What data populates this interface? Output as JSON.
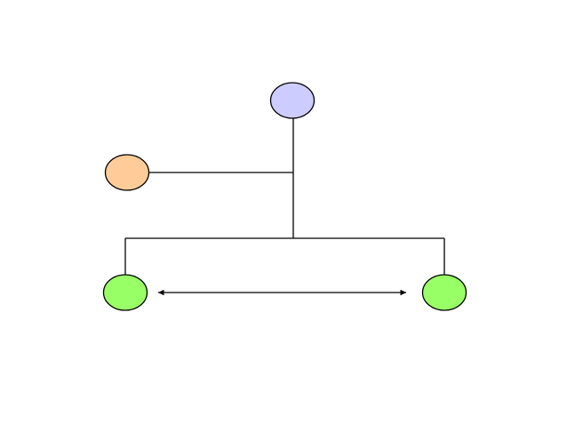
{
  "diagram": {
    "nodes": [
      {
        "id": "top",
        "fill": "#ccccff"
      },
      {
        "id": "left-middle",
        "fill": "#ffcc99"
      },
      {
        "id": "bottom-left",
        "fill": "#99ff66"
      },
      {
        "id": "bottom-right",
        "fill": "#99ff66"
      }
    ],
    "edges": [
      {
        "from": "top",
        "to": "left-middle",
        "style": "elbow"
      },
      {
        "from": "top",
        "to": "bottom-left",
        "style": "elbow"
      },
      {
        "from": "top",
        "to": "bottom-right",
        "style": "elbow"
      },
      {
        "from": "bottom-left",
        "to": "bottom-right",
        "style": "double-arrow"
      }
    ],
    "colors": {
      "stroke": "#000000",
      "background": "#ffffff"
    }
  }
}
